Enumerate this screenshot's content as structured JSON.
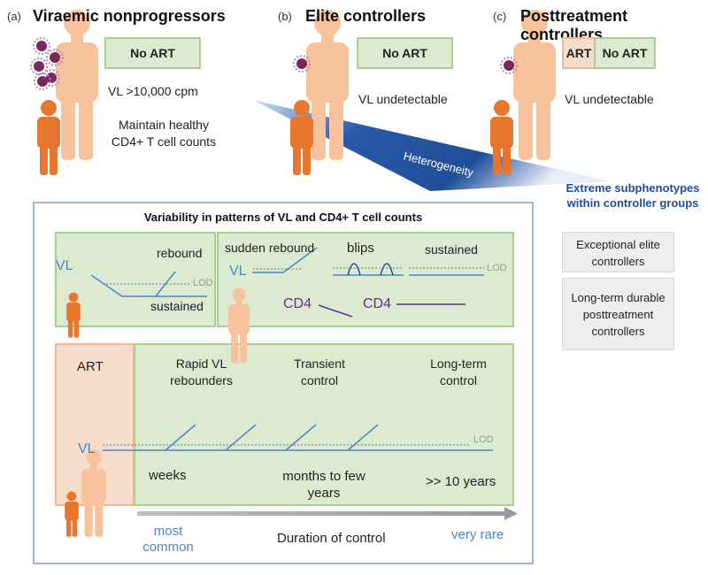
{
  "panels": {
    "a": {
      "letter": "(a)",
      "title": "Viraemic nonprogressors",
      "art_box": "No ART",
      "vl": "VL >10,000 cpm",
      "cd4": "Maintain healthy CD4+ T cell counts"
    },
    "b": {
      "letter": "(b)",
      "title": "Elite controllers",
      "art_box": "No ART",
      "vl": "VL undetectable"
    },
    "c": {
      "letter": "(c)",
      "title": "Posttreatment controllers",
      "art_box_art": "ART",
      "art_box_noart": "No ART",
      "vl": "VL undetectable"
    }
  },
  "heterogeneity": "Heterogeneity",
  "extreme": {
    "title": "Extreme subphenotypes within controller groups",
    "box1": "Exceptional elite controllers",
    "box2": "Long-term durable posttreatment controllers"
  },
  "variability": {
    "title": "Variability in patterns of VL and CD4+ T cell counts",
    "left": {
      "vl": "VL",
      "rebound": "rebound",
      "sustained": "sustained",
      "lod": "LOD"
    },
    "right": {
      "sudden_rebound": "sudden rebound",
      "blips": "blips",
      "sustained": "sustained",
      "vl": "VL",
      "lod": "LOD",
      "cd4_1": "CD4",
      "cd4_2": "CD4"
    },
    "bottom": {
      "art": "ART",
      "rapid": "Rapid VL rebounders",
      "transient": "Transient control",
      "longterm": "Long-term control",
      "vl": "VL",
      "lod": "LOD",
      "weeks": "weeks",
      "months": "months to few years",
      "years": ">> 10 years"
    },
    "duration": {
      "most_common": "most common",
      "label": "Duration of control",
      "very_rare": "very rare"
    }
  },
  "colors": {
    "vl_line": "#4a86c5",
    "cd4_line": "#6a2c91",
    "green_fill": "#dcebd0",
    "peach_fill": "#f6dccb",
    "person_adult": "#f8c29c",
    "person_child": "#e8762d",
    "gradient_dark": "#1f4e99"
  }
}
